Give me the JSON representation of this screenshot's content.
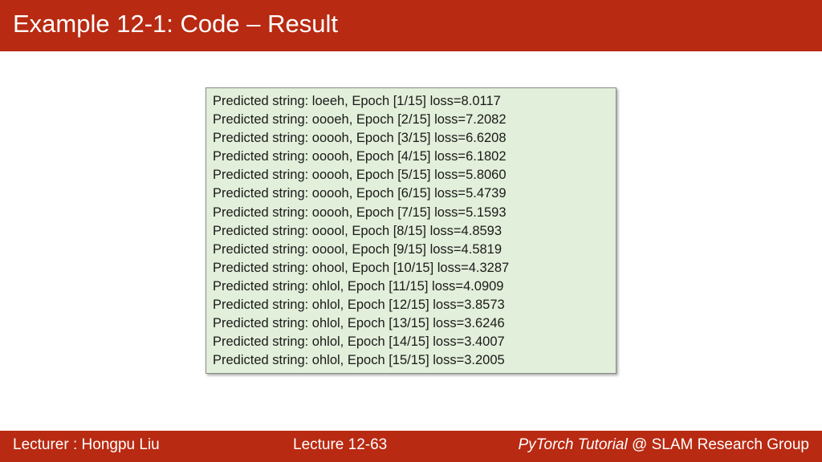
{
  "header": {
    "title": "Example 12-1: Code – Result"
  },
  "output": {
    "lines": [
      "Predicted string: loeeh, Epoch [1/15] loss=8.0117",
      "Predicted string: oooeh, Epoch [2/15] loss=7.2082",
      "Predicted string: ooooh, Epoch [3/15] loss=6.6208",
      "Predicted string: ooooh, Epoch [4/15] loss=6.1802",
      "Predicted string: ooooh, Epoch [5/15] loss=5.8060",
      "Predicted string: ooooh, Epoch [6/15] loss=5.4739",
      "Predicted string: ooooh, Epoch [7/15] loss=5.1593",
      "Predicted string: ooool, Epoch [8/15] loss=4.8593",
      "Predicted string: ooool, Epoch [9/15] loss=4.5819",
      "Predicted string: ohool, Epoch [10/15] loss=4.3287",
      "Predicted string: ohlol, Epoch [11/15] loss=4.0909",
      "Predicted string: ohlol, Epoch [12/15] loss=3.8573",
      "Predicted string: ohlol, Epoch [13/15] loss=3.6246",
      "Predicted string: ohlol, Epoch [14/15] loss=3.4007",
      "Predicted string: ohlol, Epoch [15/15] loss=3.2005"
    ]
  },
  "footer": {
    "lecturer": "Lecturer : Hongpu Liu",
    "lecture_number": "Lecture 12-63",
    "course_title": "PyTorch Tutorial",
    "group": " @ SLAM Research Group"
  },
  "colors": {
    "banner": "#b82a12",
    "output_background": "#e2efda"
  }
}
